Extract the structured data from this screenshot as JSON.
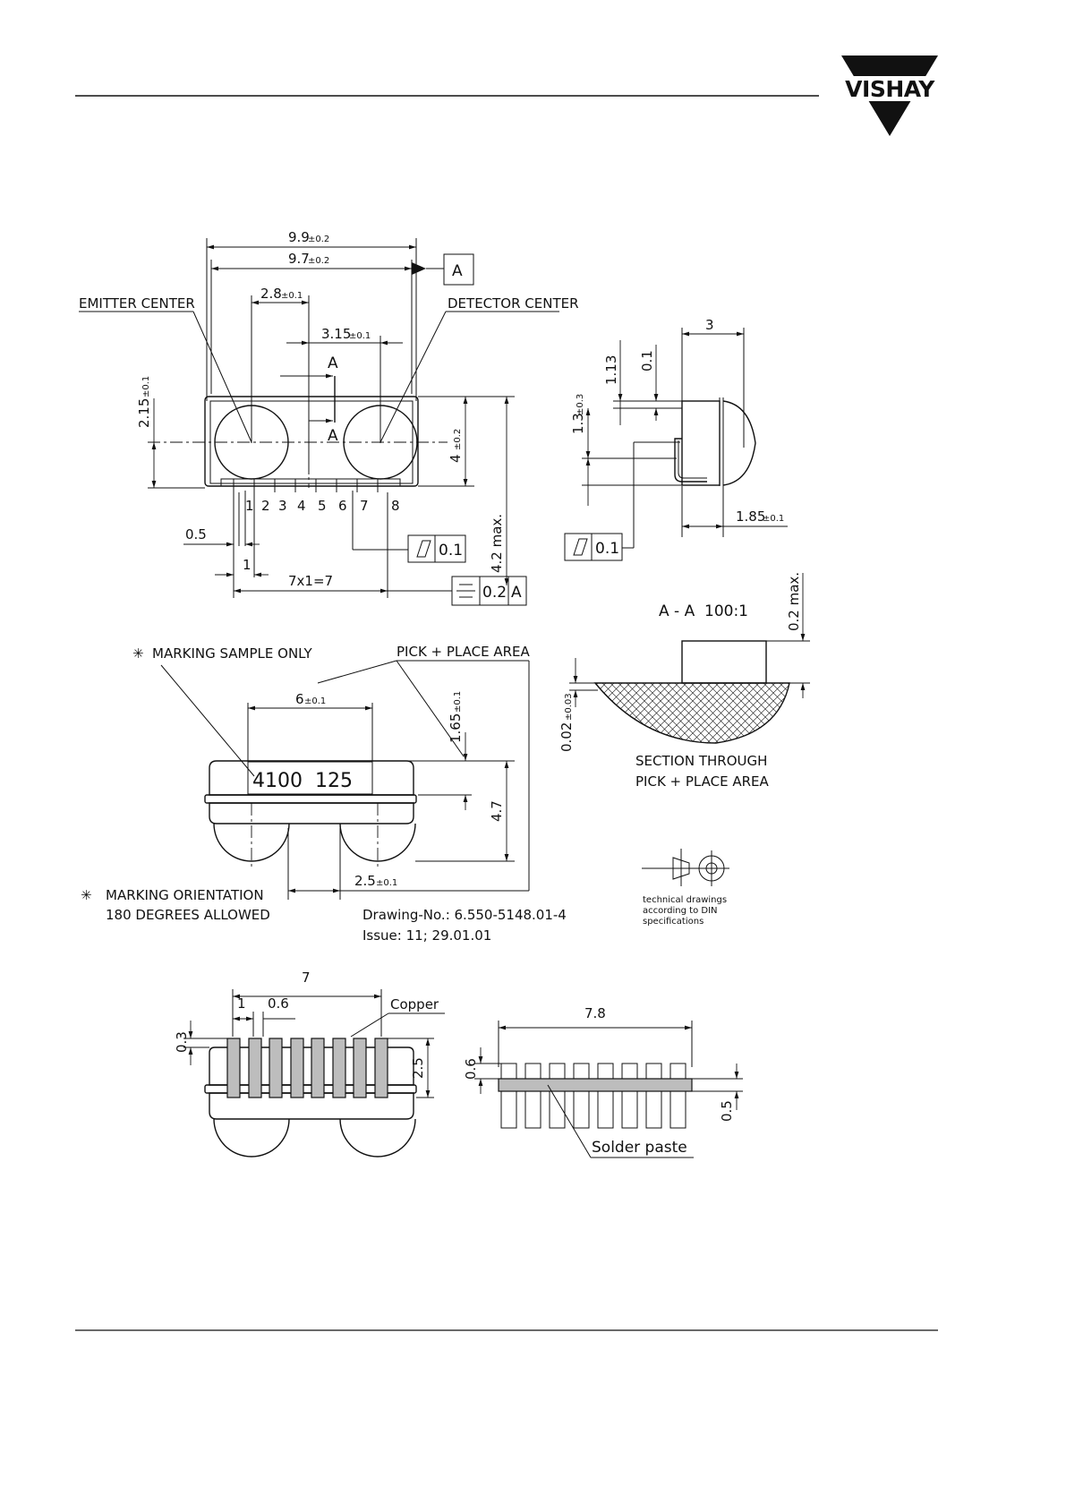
{
  "brand": {
    "logo_text": "VISHAY"
  },
  "drawing": {
    "dims": {
      "w_9_9": "9.9",
      "w_9_9_tol": "±0.2",
      "w_9_7": "9.7",
      "w_9_7_tol": "±0.2",
      "datum_a": "A",
      "d_2_8": "2.8",
      "d_2_8_tol": "±0.1",
      "d_3_15": "3.15",
      "d_3_15_tol": "±0.1",
      "section_mark": "A",
      "d_2_15": "2.15",
      "d_2_15_tol": "±0.1",
      "d_4": "4",
      "d_4_tol": "±0.2",
      "d_4_2": "4.2 max.",
      "d_0_5": "0.5",
      "d_1": "1",
      "d_7x1": "7x1=7",
      "flat_0_1": "0.1",
      "sym_0_2": "0.2",
      "sym_datum": "A",
      "side_3": "3",
      "side_1_13": "1.13",
      "side_0_1": "0.1",
      "side_1_3": "1.3",
      "side_1_3_tol": "±0.3",
      "side_1_85": "1.85",
      "side_1_85_tol": "±0.1",
      "side_flat": "0.1",
      "d_6": "6",
      "d_6_tol": "±0.1",
      "d_1_65": "1.65",
      "d_1_65_tol": "±0.1",
      "d_4_7": "4.7",
      "d_2_5": "2.5",
      "d_2_5_tol": "±0.1",
      "sec_0_2": "0.2 max.",
      "sec_0_02": "0.02",
      "sec_0_02_tol": "±0.03",
      "pad_7": "7",
      "pad_1": "1",
      "pad_0_6": "0.6",
      "pad_0_3": "0.3",
      "pad_2_5": "2.5",
      "paste_7_8": "7.8",
      "paste_0_6": "0.6",
      "paste_0_5": "0.5"
    },
    "pins": [
      "1",
      "2",
      "3",
      "4",
      "5",
      "6",
      "7",
      "8"
    ],
    "labels": {
      "emitter": "EMITTER CENTER",
      "detector": "DETECTOR CENTER",
      "marking_sample": "MARKING SAMPLE ONLY",
      "pick_place": "PICK + PLACE AREA",
      "marking_text": "4100  125",
      "marking_orient_1": "MARKING ORIENTATION",
      "marking_orient_2": "180 DEGREES ALLOWED",
      "drawing_no": "Drawing-No.: 6.550-5148.01-4",
      "issue": "Issue: 11; 29.01.01",
      "section_title": "A - A  100:1",
      "section_desc_1": "SECTION THROUGH",
      "section_desc_2": "PICK + PLACE AREA",
      "din_1": "technical drawings",
      "din_2": "according to DIN",
      "din_3": "specifications",
      "copper": "Copper",
      "solder_paste": "Solder paste",
      "asterisk": "✳"
    }
  }
}
